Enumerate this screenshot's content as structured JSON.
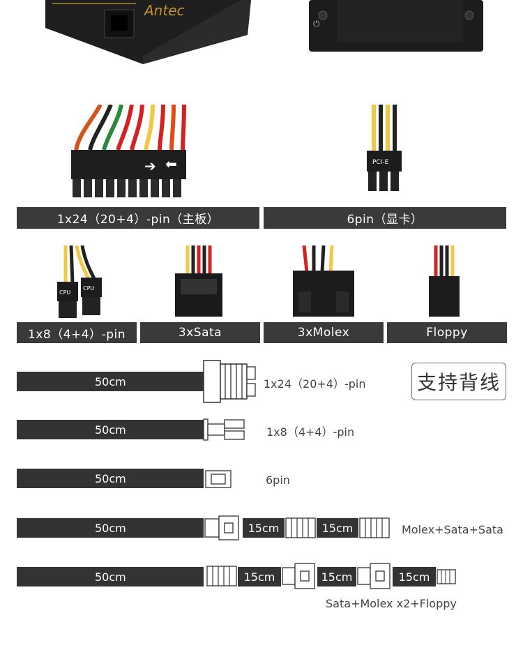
{
  "psu": {
    "brand_text": "Antec"
  },
  "photo_bars": [
    {
      "label": "1x24（20+4）-pin（主板）"
    },
    {
      "label": "6pin（显卡）"
    },
    {
      "label": "1x8（4+4）-pin"
    },
    {
      "label": "3xSata"
    },
    {
      "label": "3xMolex"
    },
    {
      "label": "Floppy"
    }
  ],
  "connector_labels": {
    "pcie": "PCI-E",
    "cpu": "CPU"
  },
  "back_wiring_badge": "支持背线",
  "cables": [
    {
      "main_length": "50cm",
      "connector": "1x24（20+4）-pin"
    },
    {
      "main_length": "50cm",
      "connector": "1x8（4+4）-pin"
    },
    {
      "main_length": "50cm",
      "connector": "6pin"
    },
    {
      "main_length": "50cm",
      "segments": [
        "15cm",
        "15cm"
      ],
      "connector": "Molex+Sata+Sata"
    },
    {
      "main_length": "50cm",
      "segments": [
        "15cm",
        "15cm",
        "15cm"
      ],
      "connector": "Sata+Molex x2+Floppy"
    }
  ]
}
